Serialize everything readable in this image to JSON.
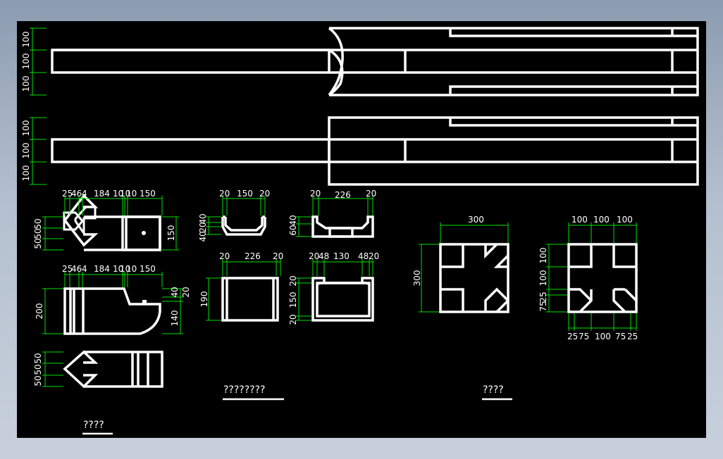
{
  "drawing": {
    "background": "#000000",
    "line_color": "#ffffff",
    "dimension_color": "#00e000",
    "view_titles": {
      "left_bottom": "????",
      "middle": "????????",
      "right": "????"
    },
    "top_view_1_dims": [
      "100",
      "100",
      "100"
    ],
    "top_view_2_dims": [
      "100",
      "100",
      "100"
    ],
    "detail_a_top_dims": [
      "25",
      "46",
      "4",
      "184",
      "10",
      "10",
      "10",
      "150"
    ],
    "detail_a_left_dims": [
      "50",
      "50",
      "50"
    ],
    "detail_a_right_dim": "150",
    "detail_b_top_dims": [
      "25",
      "46",
      "4",
      "184",
      "10",
      "10",
      "10",
      "150"
    ],
    "detail_b_left_dim": "200",
    "detail_b_right_dims": [
      "40",
      "20",
      "140"
    ],
    "detail_c_left_dims": [
      "50",
      "50",
      "50"
    ],
    "mid_top_left_dims": [
      "20",
      "150",
      "20"
    ],
    "mid_top_left_side": [
      "40",
      "20",
      "40"
    ],
    "mid_top_right_dims": [
      "20",
      "226",
      "20"
    ],
    "mid_top_right_side": [
      "40",
      "60"
    ],
    "mid_bot_left_dims": [
      "20",
      "226",
      "20"
    ],
    "mid_bot_left_side": "190",
    "mid_bot_right_dims": [
      "20",
      "48",
      "130",
      "48",
      "20"
    ],
    "mid_bot_right_side": [
      "20",
      "150",
      "20"
    ],
    "square_a_top": "300",
    "square_a_left": "300",
    "square_b_top": [
      "100",
      "100",
      "100"
    ],
    "square_b_left": [
      "100",
      "100",
      "25",
      "75"
    ],
    "square_b_bottom": [
      "25",
      "75",
      "100",
      "75",
      "25"
    ]
  }
}
